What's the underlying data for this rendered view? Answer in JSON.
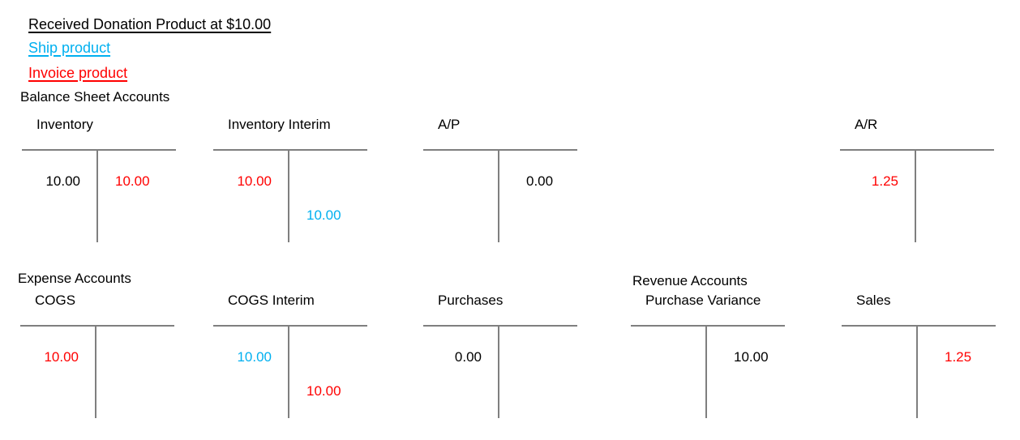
{
  "header": {
    "title": "Received Donation Product at $10.00",
    "ship_label": "Ship product",
    "invoice_label": "Invoice product"
  },
  "sections": {
    "balance_sheet": "Balance Sheet Accounts",
    "expense": "Expense Accounts",
    "revenue": "Revenue Accounts"
  },
  "colors": {
    "received_donation": "#000000",
    "ship": "#00b0f0",
    "invoice": "#ff0000",
    "rule_line": "#7f7f7f"
  },
  "accounts": {
    "inventory": {
      "title": "Inventory",
      "entries": [
        {
          "side": "debit",
          "value": "10.00",
          "color": "#000000"
        },
        {
          "side": "credit",
          "value": "10.00",
          "color": "#ff0000"
        }
      ]
    },
    "inventory_interim": {
      "title": "Inventory Interim",
      "entries": [
        {
          "side": "debit",
          "value": "10.00",
          "color": "#ff0000"
        },
        {
          "side": "credit",
          "value": "10.00",
          "color": "#00b0f0"
        }
      ]
    },
    "accounts_payable": {
      "title": "A/P",
      "entries": [
        {
          "side": "credit",
          "value": "0.00",
          "color": "#000000"
        }
      ]
    },
    "accounts_receivable": {
      "title": "A/R",
      "entries": [
        {
          "side": "debit",
          "value": "1.25",
          "color": "#ff0000"
        }
      ]
    },
    "cogs": {
      "title": "COGS",
      "entries": [
        {
          "side": "debit",
          "value": "10.00",
          "color": "#ff0000"
        }
      ]
    },
    "cogs_interim": {
      "title": "COGS Interim",
      "entries": [
        {
          "side": "debit",
          "value": "10.00",
          "color": "#00b0f0"
        },
        {
          "side": "credit",
          "value": "10.00",
          "color": "#ff0000"
        }
      ]
    },
    "purchases": {
      "title": "Purchases",
      "entries": [
        {
          "side": "debit",
          "value": "0.00",
          "color": "#000000"
        }
      ]
    },
    "purchase_variance": {
      "title": "Purchase Variance",
      "entries": [
        {
          "side": "credit",
          "value": "10.00",
          "color": "#000000"
        }
      ]
    },
    "sales": {
      "title": "Sales",
      "entries": [
        {
          "side": "credit",
          "value": "1.25",
          "color": "#ff0000"
        }
      ]
    }
  }
}
